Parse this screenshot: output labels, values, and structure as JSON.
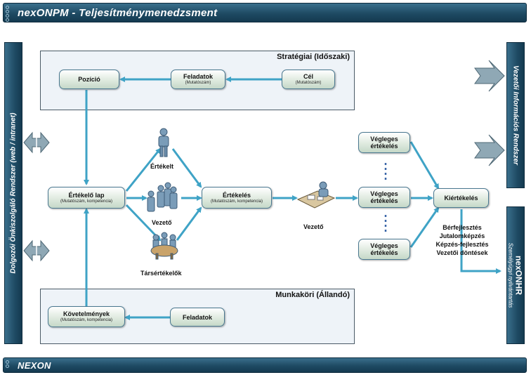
{
  "header": {
    "title": "nexONPM - Teljesítménymenedzsment"
  },
  "footer": {
    "title": "NEXON"
  },
  "left_panel": {
    "label": "Dolgozói Önkiszolgáló Rendszer (web / intranet)"
  },
  "right_top_panel": {
    "label": "Vezetői Információs Rendszer"
  },
  "right_bottom_panel": {
    "title": "nexONHR",
    "subtitle": "Személyügyi nyilvántartás"
  },
  "strategic": {
    "title": "Stratégiai (Időszaki)",
    "nodes": {
      "pozicio": {
        "title": "Pozíció"
      },
      "feladatok": {
        "title": "Feladatok",
        "sub": "(Mutatószám)"
      },
      "cel": {
        "title": "Cél",
        "sub": "(Mutatószám)"
      }
    }
  },
  "job": {
    "title": "Munkaköri (Állandó)",
    "nodes": {
      "kovetelmenyek": {
        "title": "Követelmények",
        "sub": "(Mutatószám, kompetencia)"
      },
      "feladatok": {
        "title": "Feladatok"
      }
    }
  },
  "flow": {
    "ertekelo_lap": {
      "title": "Értékelő lap",
      "sub": "(Mutatószám, kompetencia)"
    },
    "ertekeles": {
      "title": "Értékelés",
      "sub": "(Mutatószám, kompetencia)"
    },
    "kiertekeles": {
      "title": "Kiértékelés"
    },
    "vegleges": [
      "Végleges értékelés",
      "Végleges értékelés",
      "Végleges értékelés"
    ]
  },
  "people": {
    "ertekelt": "Értékelt",
    "vezeto": "Vezető",
    "tarsertekelok": "Társértékelők",
    "vezeto2": "Vezető"
  },
  "outcomes": [
    "Bérfejlesztés",
    "Jutalomképzés",
    "Képzés-fejlesztés",
    "Vezetői döntések"
  ],
  "colors": {
    "bar": "#1e4a63",
    "arrow": "#3fa3c6",
    "region": "#eef3f8",
    "node": "#dfeadf"
  }
}
